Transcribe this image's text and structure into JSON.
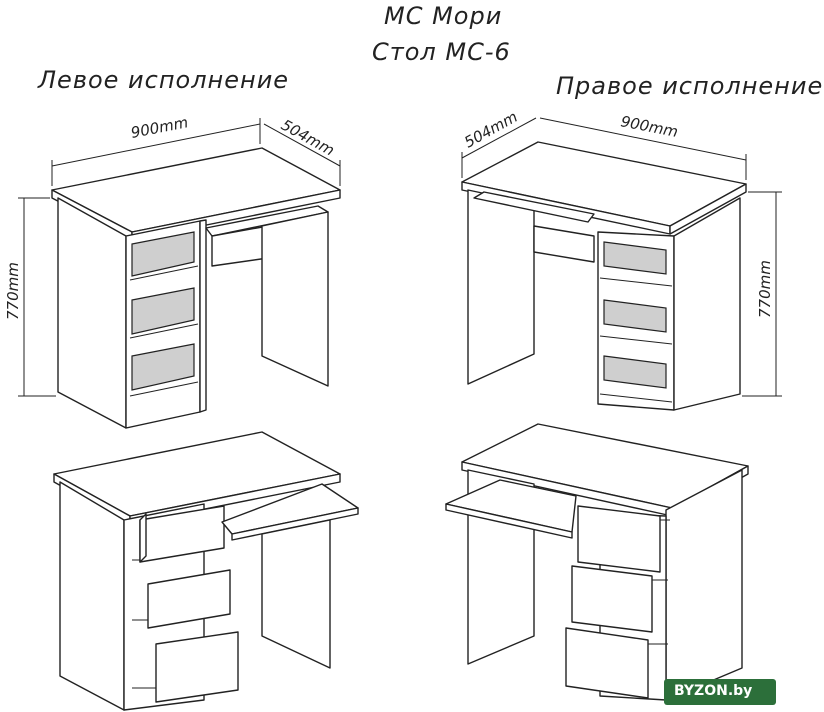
{
  "brand_line": "МС Мори",
  "product_line": "Стол МС-6",
  "left_variant": "Левое исполнение",
  "right_variant": "Правое исполнение",
  "dims": {
    "width": "900mm",
    "depth": "504mm",
    "height": "770mm"
  },
  "watermark": "BYZON.by",
  "colors": {
    "line": "#222222",
    "shade": "#cfcfcf",
    "watermark_bg": "#2c6f3a"
  }
}
